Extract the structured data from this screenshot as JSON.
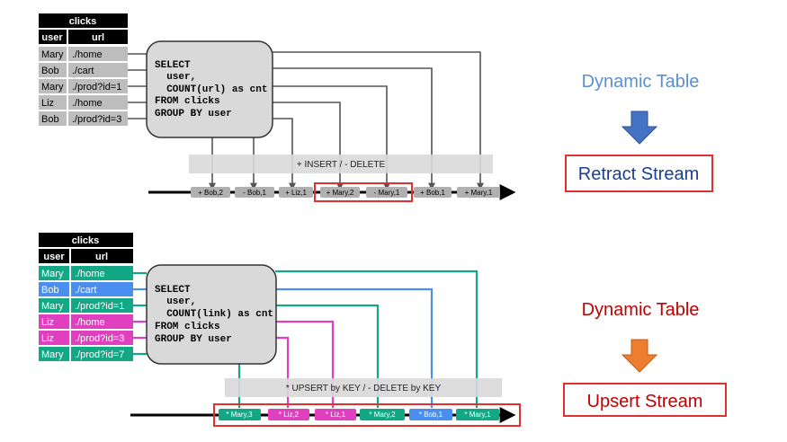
{
  "top": {
    "table": {
      "title": "clicks",
      "headers": [
        "user",
        "url"
      ],
      "rows": [
        [
          "Mary",
          "./home"
        ],
        [
          "Bob",
          "./cart"
        ],
        [
          "Mary",
          "./prod?id=1"
        ],
        [
          "Liz",
          "./home"
        ],
        [
          "Bob",
          "./prod?id=3"
        ]
      ]
    },
    "query": [
      "SELECT",
      "  user,",
      "  COUNT(url) as cnt",
      "FROM clicks",
      "GROUP BY user"
    ],
    "band_label": "+ INSERT / - DELETE",
    "stream": [
      "+ Bob,2",
      "- Bob,1",
      "+ Liz,1",
      "+ Mary,2",
      "- Mary,1",
      "+ Bob,1",
      "+ Mary,1"
    ]
  },
  "bottom": {
    "table": {
      "title": "clicks",
      "headers": [
        "user",
        "url"
      ],
      "rows": [
        [
          "Mary",
          "./home"
        ],
        [
          "Bob",
          "./cart"
        ],
        [
          "Mary",
          "./prod?id=1"
        ],
        [
          "Liz",
          "./home"
        ],
        [
          "Liz",
          "./prod?id=3"
        ],
        [
          "Mary",
          "./prod?id=7"
        ]
      ]
    },
    "query": [
      "SELECT",
      "  user,",
      "  COUNT(link) as cnt",
      "FROM clicks",
      "GROUP BY user"
    ],
    "band_label": "* UPSERT by KEY / - DELETE by KEY",
    "stream": [
      "* Mary,3",
      "* Liz,2",
      "* Liz,1",
      "* Mary,2",
      "* Bob,1",
      "* Mary,1"
    ]
  },
  "right": {
    "top_dynamic": "Dynamic Table",
    "top_stream": "Retract Stream",
    "bottom_dynamic": "Dynamic Table",
    "bottom_stream": "Upsert Stream"
  },
  "colors": {
    "mary": "#12a886",
    "bob": "#4a8ff0",
    "liz": "#e040c0",
    "gray_token": "#b0b0b0",
    "highlight": "#e03030",
    "arrow_blue": "#4472c4",
    "arrow_orange": "#ed7d31"
  }
}
